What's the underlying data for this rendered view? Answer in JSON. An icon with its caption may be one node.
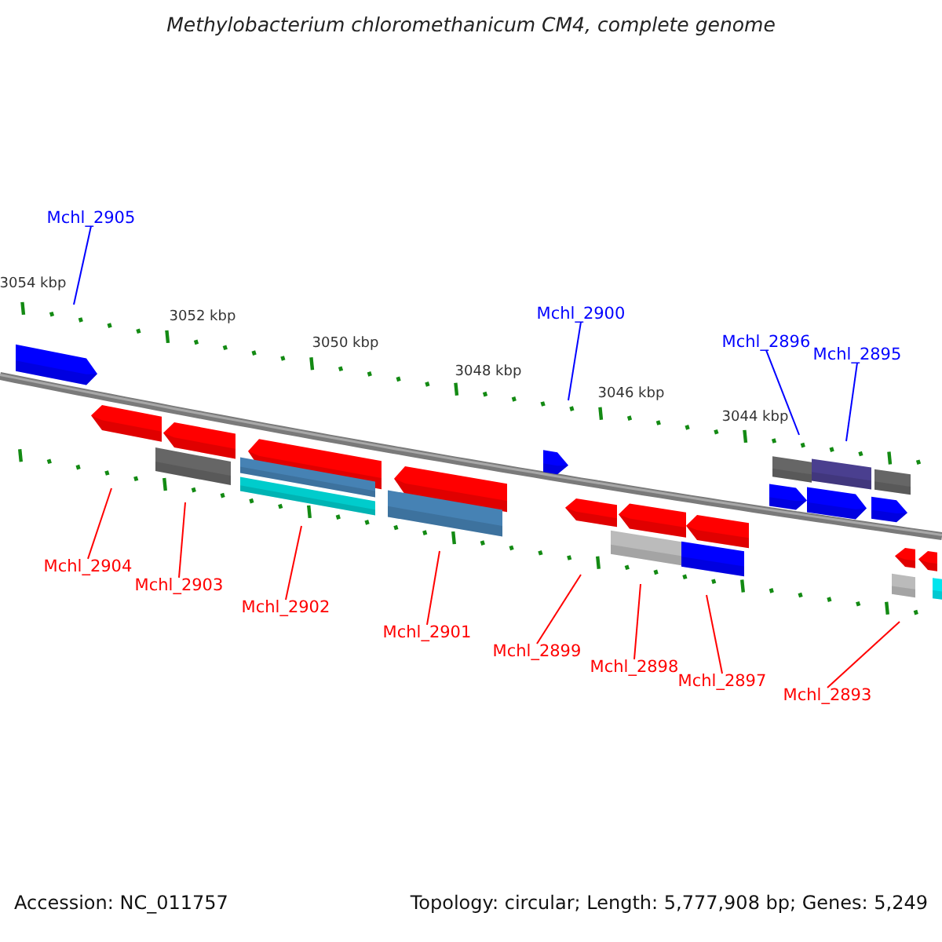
{
  "diagram": {
    "title": "Methylobacterium chloromethanicum CM4, complete genome",
    "nodes": [
      {
        "text": [
          "Mchl_2905"
        ]
      },
      {
        "text": [
          "Mchl_2900"
        ]
      },
      {
        "text": [
          "Mchl_2896"
        ]
      },
      {
        "text": [
          "Mchl_2895"
        ]
      },
      {
        "text": [
          "Mchl_2904"
        ]
      },
      {
        "text": [
          "Mchl_2903"
        ]
      },
      {
        "text": [
          "Mchl_2902"
        ]
      },
      {
        "text": [
          "Mchl_2901"
        ]
      },
      {
        "text": [
          "Mchl_2899"
        ]
      },
      {
        "text": [
          "Mchl_2898"
        ]
      },
      {
        "text": [
          "Mchl_2897"
        ]
      },
      {
        "text": [
          "Mchl_2893"
        ]
      }
    ],
    "edges": [
      {
        "from": 0,
        "to": null,
        "arrow": "none",
        "color": "#0000ff"
      },
      {
        "from": 1,
        "to": null,
        "arrow": "none",
        "color": "#0000ff"
      },
      {
        "from": 2,
        "to": null,
        "arrow": "none",
        "color": "#0000ff"
      },
      {
        "from": 3,
        "to": null,
        "arrow": "none",
        "color": "#0000ff"
      },
      {
        "from": 4,
        "to": null,
        "arrow": "none"
      },
      {
        "from": 5,
        "to": null,
        "arrow": "none"
      },
      {
        "from": 6,
        "to": null,
        "arrow": "none"
      },
      {
        "from": 7,
        "to": null,
        "arrow": "none"
      },
      {
        "from": 8,
        "to": null,
        "arrow": "none"
      },
      {
        "from": 9,
        "to": null,
        "arrow": "none"
      },
      {
        "from": 10,
        "to": null,
        "arrow": "none"
      },
      {
        "from": 11,
        "to": null,
        "arrow": "none"
      }
    ],
    "labels": [
      "3054 kbp",
      "3052 kbp",
      "3050 kbp",
      "3048 kbp",
      "3046 kbp",
      "3044 kbp",
      "Accession: NC_011757",
      "Topology: circular; Length: 5,777,908 bp; Genes: 5,249"
    ]
  }
}
